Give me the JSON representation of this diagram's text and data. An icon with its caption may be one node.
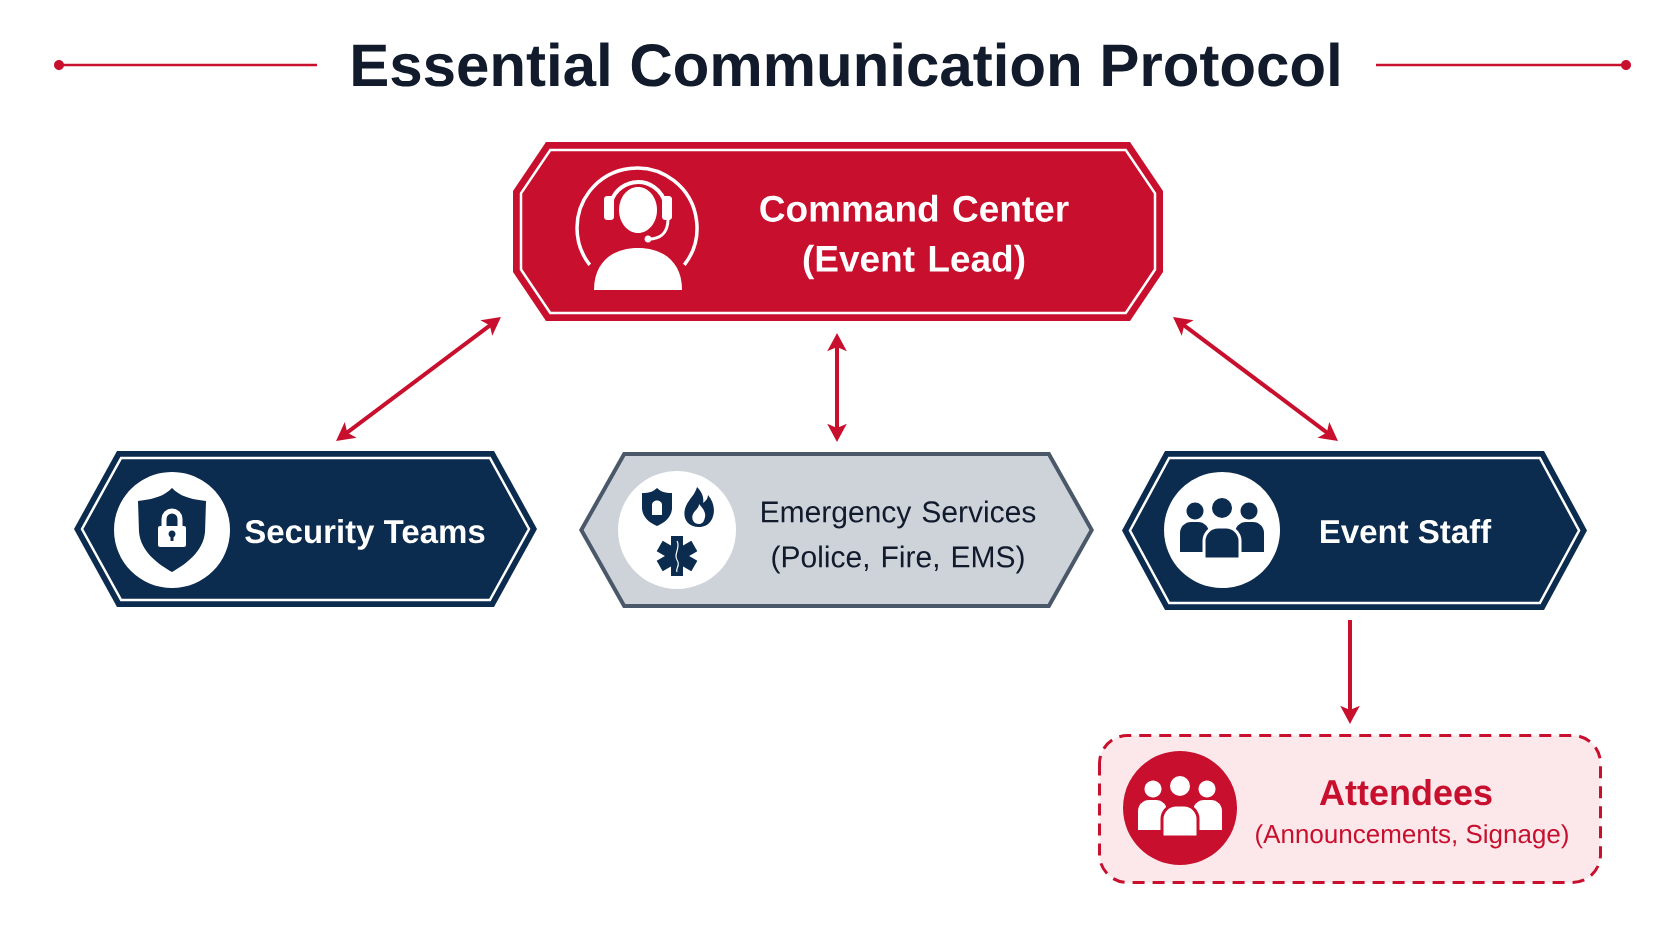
{
  "diagram": {
    "title": "Essential Communication Protocol",
    "nodes": [
      {
        "text": [
          "Command Center (Event Lead)"
        ]
      },
      {
        "text": [
          "Security Teams"
        ]
      },
      {
        "text": [
          "Emergency Services (Police, Fire, EMS)"
        ]
      },
      {
        "text": [
          "Event Staff"
        ]
      },
      {
        "text": [
          "Attendees",
          "(Announcements, Signage)"
        ]
      }
    ],
    "edges": [
      {
        "from": 0,
        "to": 1,
        "arrow": "both"
      },
      {
        "from": 0,
        "to": 2,
        "arrow": "both"
      },
      {
        "from": 0,
        "to": 3,
        "arrow": "both"
      },
      {
        "from": 3,
        "to": 4,
        "arrow": "to"
      }
    ]
  }
}
